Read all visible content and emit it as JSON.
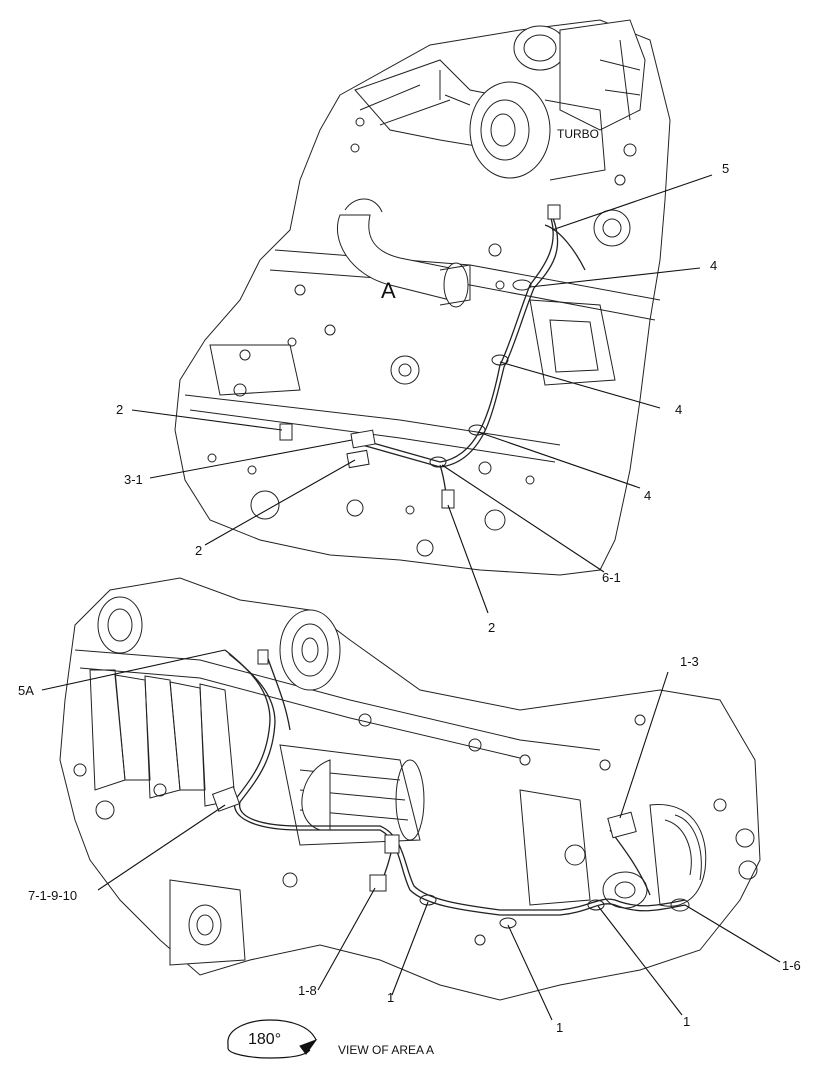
{
  "diagram": {
    "upper_view": {
      "component_label": "TURBO",
      "area_letter": "A",
      "callouts": {
        "c5": "5",
        "c4a": "4",
        "c4b": "4",
        "c4c": "4",
        "c2a": "2",
        "c31": "3-1",
        "c2b": "2",
        "c61": "6-1",
        "c2c": "2"
      }
    },
    "lower_view": {
      "callouts": {
        "c5A": "5A",
        "c13": "1-3",
        "c71910": "7-1-9-10",
        "c16": "1-6",
        "c18": "1-8",
        "c1a": "1",
        "c1b": "1",
        "c1c": "1"
      },
      "rotation_label": "180°",
      "view_caption": "VIEW OF AREA  A"
    }
  }
}
